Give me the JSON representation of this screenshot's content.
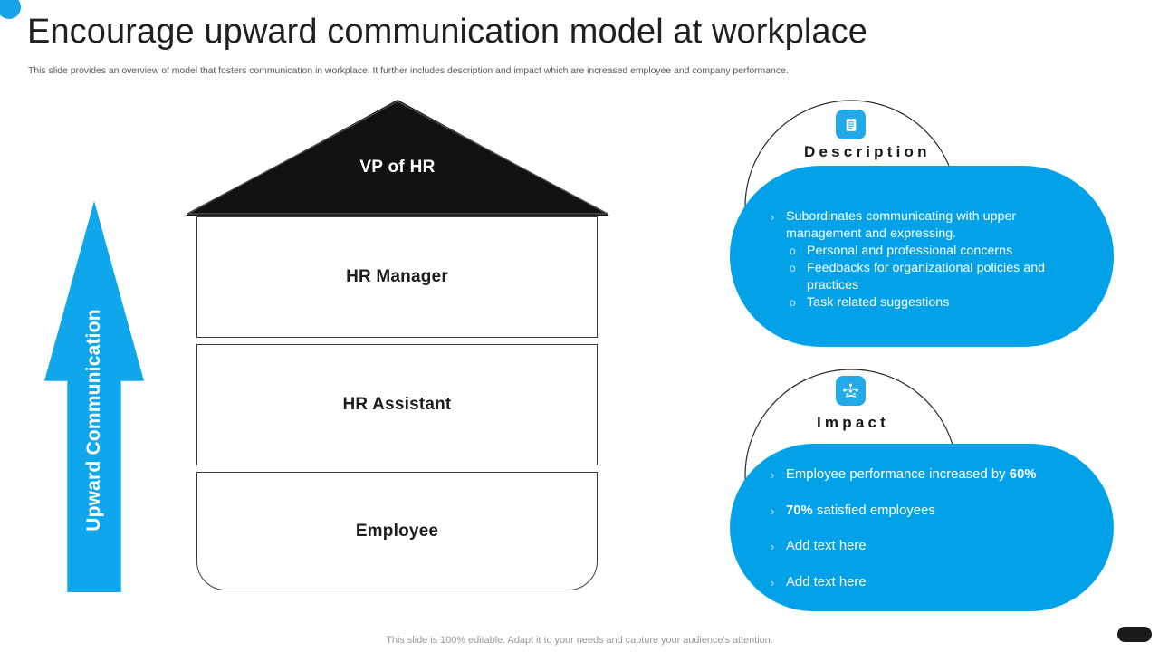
{
  "theme": {
    "accent_blue": "#03A2E8",
    "arrow_blue": "#0FA6EC",
    "icon_blue": "#24A9E8",
    "dark": "#111111",
    "title_color": "#231f20",
    "subtitle_color": "#575757",
    "footer_color": "#9a9a9a"
  },
  "header": {
    "title": "Encourage upward communication model at workplace",
    "subtitle": "This slide provides an overview of model that fosters communication in workplace. It further includes description and impact which are increased employee and company performance."
  },
  "arrow": {
    "label": "Upward Communication",
    "icon": "arrow-up-icon"
  },
  "pyramid": {
    "apex": {
      "label": "VP of HR"
    },
    "tiers": [
      {
        "label": "HR Manager"
      },
      {
        "label": "HR Assistant"
      },
      {
        "label": "Employee"
      }
    ]
  },
  "cards": [
    {
      "id": "description",
      "icon": "document-icon",
      "heading": "Description",
      "bullets": [
        {
          "level": 1,
          "marker": "›",
          "text": "Subordinates communicating with upper management and expressing."
        },
        {
          "level": 2,
          "marker": "o",
          "text": "Personal and professional concerns"
        },
        {
          "level": 2,
          "marker": "o",
          "text": "Feedbacks for organizational policies and practices"
        },
        {
          "level": 2,
          "marker": "o",
          "text": "Task related suggestions"
        }
      ]
    },
    {
      "id": "impact",
      "icon": "network-people-icon",
      "heading": "Impact",
      "bullets": [
        {
          "level": 1,
          "marker": "›",
          "text": "Employee performance increased by ",
          "bold_tail": "60%"
        },
        {
          "level": 1,
          "marker": "›",
          "bold_lead": "70%",
          "text": " satisfied employees"
        },
        {
          "level": 1,
          "marker": "›",
          "text": "Add text here"
        },
        {
          "level": 1,
          "marker": "›",
          "text": "Add text here"
        }
      ]
    }
  ],
  "footer": {
    "note": "This slide is 100% editable. Adapt it to your needs and capture your audience's attention."
  }
}
